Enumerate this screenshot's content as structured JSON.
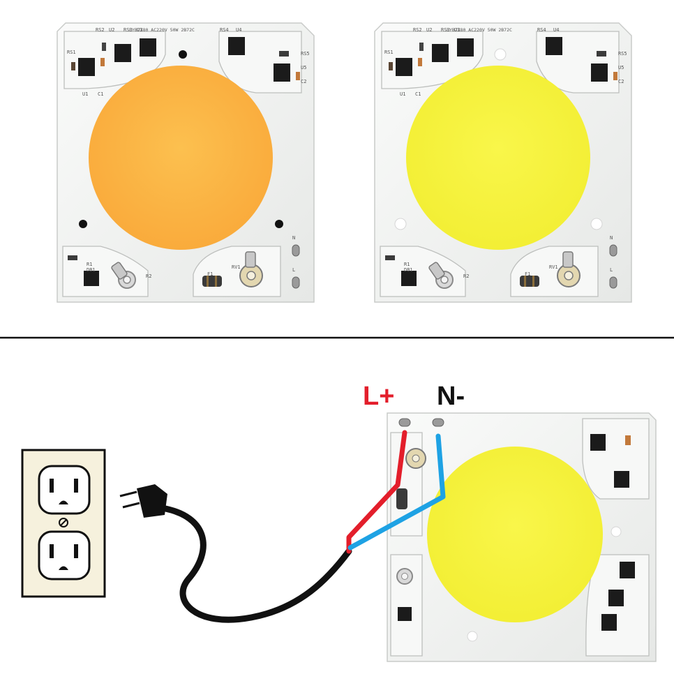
{
  "colors": {
    "warm_led": "#FBB342",
    "cool_led": "#F6F23A",
    "board": "#F1F2F1",
    "line_wire": "#E31E2B",
    "neutral_wire": "#1EA2E4",
    "cord": "#111111"
  },
  "board_warm": {
    "title": "LYB7X80 AC220V 50W 2B72C",
    "labels": {
      "rs1": "RS1",
      "rs2": "RS2",
      "u2": "U2",
      "rs3": "RS3",
      "u3": "U3",
      "rs4": "RS4",
      "u4": "U4",
      "rs5": "RS5",
      "u5": "U5",
      "c2": "C2",
      "u1": "U1",
      "c1": "C1",
      "r1": "R1",
      "db1": "DB1",
      "r2": "R2",
      "f1": "F1",
      "rv1": "RV1",
      "n": "N",
      "l": "L"
    }
  },
  "board_cool": {
    "title": "LYB7X80 AC220V 50W 2B72C",
    "labels": {
      "rs1": "RS1",
      "rs2": "RS2",
      "u2": "U2",
      "rs3": "RS3",
      "u3": "U3",
      "rs4": "RS4",
      "u4": "U4",
      "rs5": "RS5",
      "u5": "U5",
      "c2": "C2",
      "u1": "U1",
      "c1": "C1",
      "r1": "R1",
      "db1": "DB1",
      "r2": "R2",
      "f1": "F1",
      "rv1": "RV1",
      "n": "N",
      "l": "L"
    }
  },
  "wiring": {
    "line_label": "L+",
    "neutral_label": "N-"
  },
  "icons": {
    "outlet": "duplex-outlet-icon",
    "plug": "power-plug-icon"
  }
}
